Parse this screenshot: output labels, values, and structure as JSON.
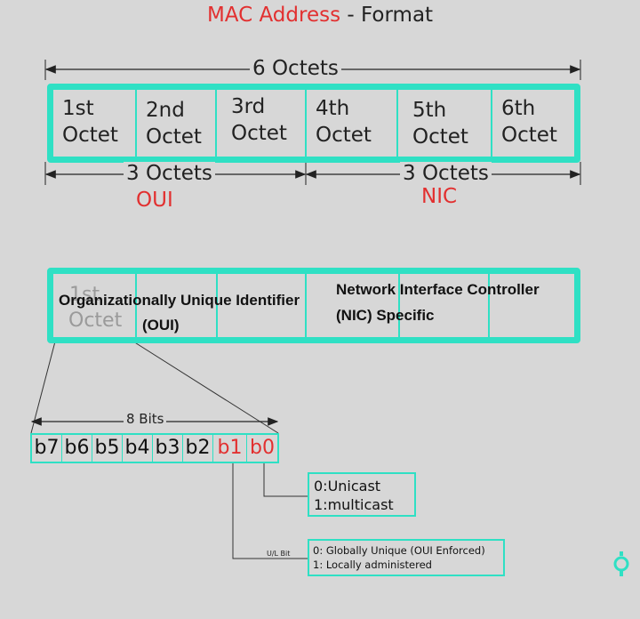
{
  "title": {
    "main": "MAC Address",
    "sep": " - ",
    "sub": "Format"
  },
  "top": {
    "span_label": "6  Octets",
    "octets": [
      {
        "num": "1st",
        "word": "Octet"
      },
      {
        "num": "2nd",
        "word": "Octet"
      },
      {
        "num": "3rd",
        "word": "Octet"
      },
      {
        "num": "4th",
        "word": "Octet"
      },
      {
        "num": "5th",
        "word": "Octet"
      },
      {
        "num": "6th",
        "word": "Octet"
      }
    ],
    "left_half": {
      "label": "3 Octets",
      "name": "OUI"
    },
    "right_half": {
      "label": "3 Octets",
      "name": "NIC"
    }
  },
  "middle": {
    "ghost_num": "1st",
    "ghost_word": "Octet",
    "oui_line1": "Organizationally Unique Identifier",
    "oui_line2": "(OUI)",
    "nic_line1": "Network Interface Controller",
    "nic_line2": "(NIC) Specific"
  },
  "bits": {
    "span_label": "8 Bits",
    "labels": [
      "b7",
      "b6",
      "b5",
      "b4",
      "b3",
      "b2",
      "b1",
      "b0"
    ],
    "highlighted": [
      "b1",
      "b0"
    ]
  },
  "cast_note": {
    "line1": "0:Unicast",
    "line2": "1:multicast"
  },
  "ul_note": {
    "tag": "U/L Bit",
    "line1": "0: Globally Unique (OUI Enforced)",
    "line2": "1: Locally administered"
  },
  "colors": {
    "accent": "#2fe0c4",
    "highlight": "#e23030",
    "background": "#d7d7d7"
  },
  "icons": [
    "logo-icon"
  ]
}
